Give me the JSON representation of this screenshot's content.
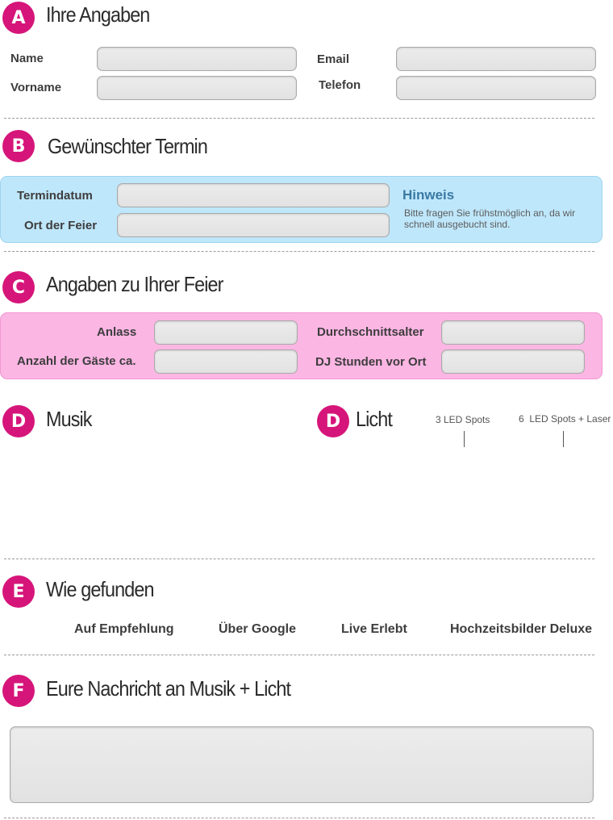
{
  "sections": {
    "a": {
      "letter": "A",
      "title": "Ihre Angaben"
    },
    "b": {
      "letter": "B",
      "title": "Gewünschter Termin"
    },
    "c": {
      "letter": "C",
      "title": "Angaben zu Ihrer Feier"
    },
    "d_music": {
      "letter": "D",
      "title": "Musik"
    },
    "d_light": {
      "letter": "D",
      "title": "Licht"
    },
    "e": {
      "letter": "E",
      "title": "Wie gefunden"
    },
    "f": {
      "letter": "F",
      "title": "Eure Nachricht an Musik + Licht"
    }
  },
  "personal": {
    "name_label": "Name",
    "vorname_label": "Vorname",
    "email_label": "Email",
    "telefon_label": "Telefon",
    "name_value": "",
    "vorname_value": "",
    "email_value": "",
    "telefon_value": ""
  },
  "termin": {
    "date_label": "Termindatum",
    "place_label": "Ort der Feier",
    "date_value": "",
    "place_value": "",
    "hint_title": "Hinweis",
    "hint_text": "Bitte fragen Sie frühstmöglich an, da wir schnell ausgebucht sind."
  },
  "feier": {
    "anlass_label": "Anlass",
    "gaeste_label": "Anzahl der Gäste ca.",
    "alter_label": "Durchschnittsalter",
    "stunden_label": "DJ Stunden vor Ort",
    "anlass_value": "",
    "gaeste_value": "",
    "alter_value": "",
    "stunden_value": ""
  },
  "licht": {
    "options": [
      "3 LED Spots",
      "6  LED Spots + Laser"
    ]
  },
  "gefunden": {
    "options": [
      "Auf Empfehlung",
      "Über Google",
      "Live Erlebt",
      "Hochzeitsbilder Deluxe"
    ]
  },
  "nachricht": {
    "value": ""
  },
  "colors": {
    "accent": "#d6157a",
    "panel_blue": "#bfe7fb",
    "panel_pink": "#fcb6e4",
    "hint_blue": "#3a7aa4"
  }
}
